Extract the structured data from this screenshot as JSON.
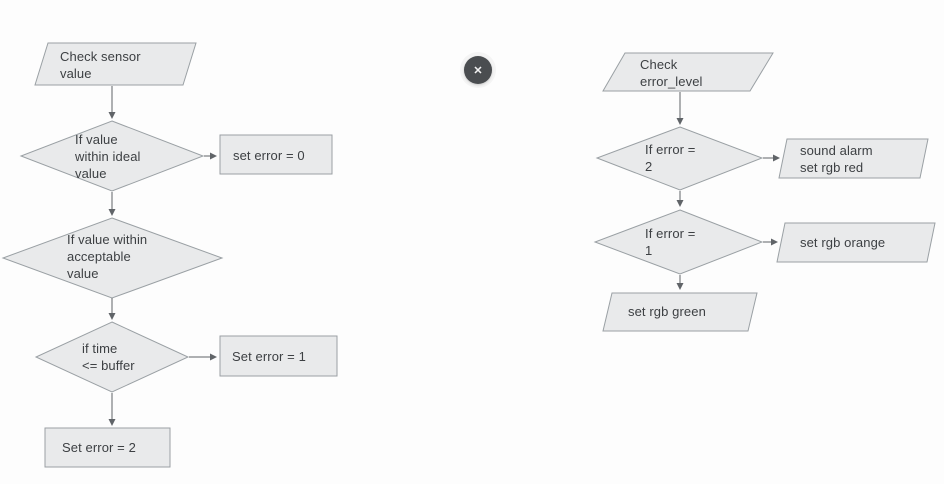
{
  "colors": {
    "background": "#fdfdfd",
    "shape_fill": "#e9eaeb",
    "shape_stroke": "#9aa0a4",
    "arrow": "#606468",
    "text": "#3d4043",
    "close_bg": "#4a4d50",
    "close_fg": "#f2f2f2"
  },
  "overlay": {
    "close_icon": "✕"
  },
  "left_flowchart": {
    "start": "Check sensor\nvalue",
    "decision_ideal": "If value\nwithin ideal\nvalue",
    "set_error_0": "set error = 0",
    "decision_acceptable": "If value within\nacceptable\nvalue",
    "decision_time": "if time\n<= buffer",
    "set_error_1": "Set error = 1",
    "set_error_2": "Set error = 2"
  },
  "right_flowchart": {
    "start": "Check\nerror_level",
    "decision_error_2": "If error =\n2",
    "action_alarm": "sound alarm\nset rgb red",
    "decision_error_1": "If error =\n1",
    "action_orange": "set rgb orange",
    "action_green": "set rgb green"
  }
}
